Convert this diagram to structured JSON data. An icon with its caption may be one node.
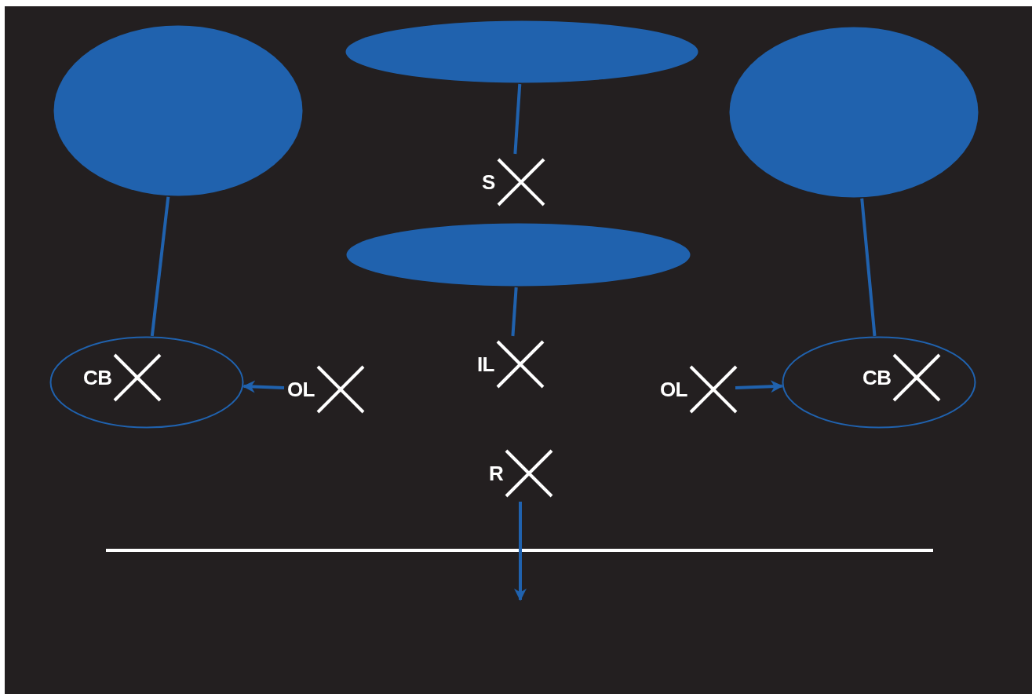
{
  "diagram": {
    "nodes": [
      {
        "text": [],
        "shape": "ellipse"
      },
      {
        "text": [],
        "shape": "ellipse"
      },
      {
        "text": [],
        "shape": "ellipse"
      },
      {
        "text": [],
        "shape": "ellipse"
      },
      {
        "text": [
          "S"
        ]
      },
      {
        "text": [
          "IL"
        ]
      },
      {
        "text": [],
        "shape": "ellipse"
      },
      {
        "text": [
          "CB"
        ],
        "in": 6
      },
      {
        "text": [
          "OL"
        ]
      },
      {
        "text": [
          "OL"
        ]
      },
      {
        "text": [],
        "shape": "ellipse"
      },
      {
        "text": [
          "CB"
        ],
        "in": 10
      },
      {
        "text": [
          "R"
        ]
      }
    ],
    "edges": [
      {
        "from": 0,
        "to": 6,
        "arrow": "none"
      },
      {
        "from": 1,
        "to": 4,
        "arrow": "none"
      },
      {
        "from": 3,
        "to": 5,
        "arrow": "none"
      },
      {
        "from": 2,
        "to": 10,
        "arrow": "none"
      },
      {
        "from": 8,
        "to": 6,
        "arrow": "to"
      },
      {
        "from": 9,
        "to": 10,
        "arrow": "to"
      },
      {
        "from": 12,
        "to": null,
        "arrow": "to"
      }
    ]
  }
}
